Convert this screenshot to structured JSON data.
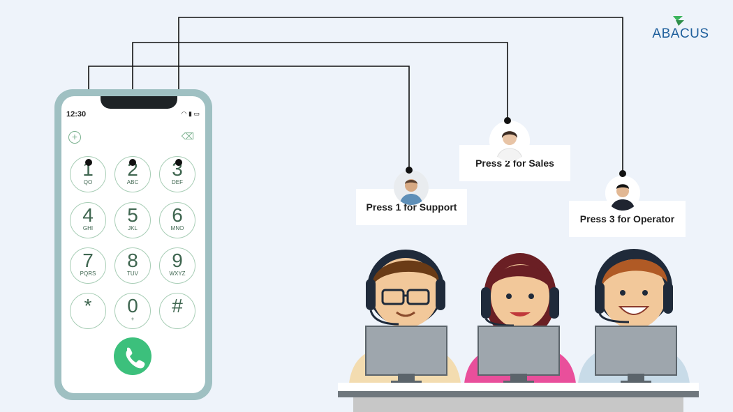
{
  "brand": {
    "name": "ABACUS",
    "accent": "#1f5f9c",
    "mark_color": "#3bb45c"
  },
  "phone": {
    "time": "12:30",
    "keys": [
      {
        "num": "1",
        "sub": "QO"
      },
      {
        "num": "2",
        "sub": "ABC"
      },
      {
        "num": "3",
        "sub": "DEF"
      },
      {
        "num": "4",
        "sub": "GHI"
      },
      {
        "num": "5",
        "sub": "JKL"
      },
      {
        "num": "6",
        "sub": "MNO"
      },
      {
        "num": "7",
        "sub": "PQRS"
      },
      {
        "num": "8",
        "sub": "TUV"
      },
      {
        "num": "9",
        "sub": "WXYZ"
      },
      {
        "num": "*",
        "sub": ""
      },
      {
        "num": "0",
        "sub": "+"
      },
      {
        "num": "#",
        "sub": ""
      }
    ],
    "call_color": "#3cc07c"
  },
  "options": [
    {
      "label": "Press 1 for Support"
    },
    {
      "label": "Press 2 for Sales"
    },
    {
      "label": "Press 3 for Operator"
    }
  ]
}
